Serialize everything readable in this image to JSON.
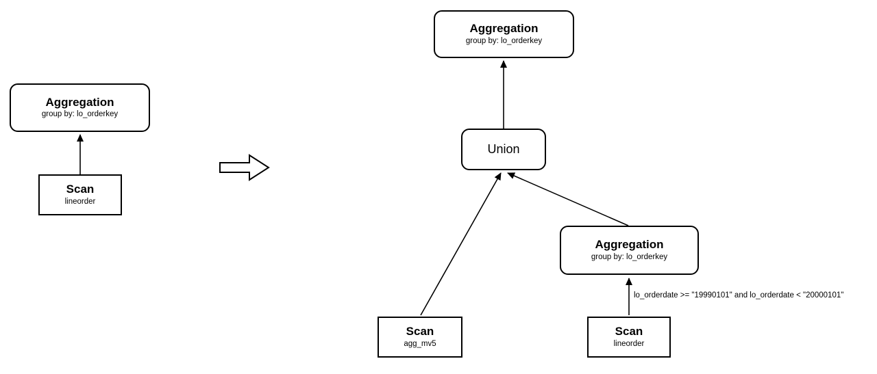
{
  "diagram": {
    "left_plan": {
      "aggregation": {
        "title": "Aggregation",
        "subtitle": "group by: lo_orderkey"
      },
      "scan": {
        "title": "Scan",
        "subtitle": "lineorder"
      }
    },
    "transform_arrow": {
      "direction": "right",
      "style": "hollow-block-arrow"
    },
    "right_plan": {
      "aggregation_top": {
        "title": "Aggregation",
        "subtitle": "group by: lo_orderkey"
      },
      "union": {
        "title": "Union"
      },
      "scan_mv": {
        "title": "Scan",
        "subtitle": "agg_mv5"
      },
      "aggregation_right": {
        "title": "Aggregation",
        "subtitle": "group by: lo_orderkey"
      },
      "scan_lineorder": {
        "title": "Scan",
        "subtitle": "lineorder"
      },
      "filter_label": "lo_orderdate >= \"19990101\" and lo_orderdate < \"20000101\""
    },
    "colors": {
      "stroke": "#000000",
      "fill": "#ffffff"
    }
  }
}
